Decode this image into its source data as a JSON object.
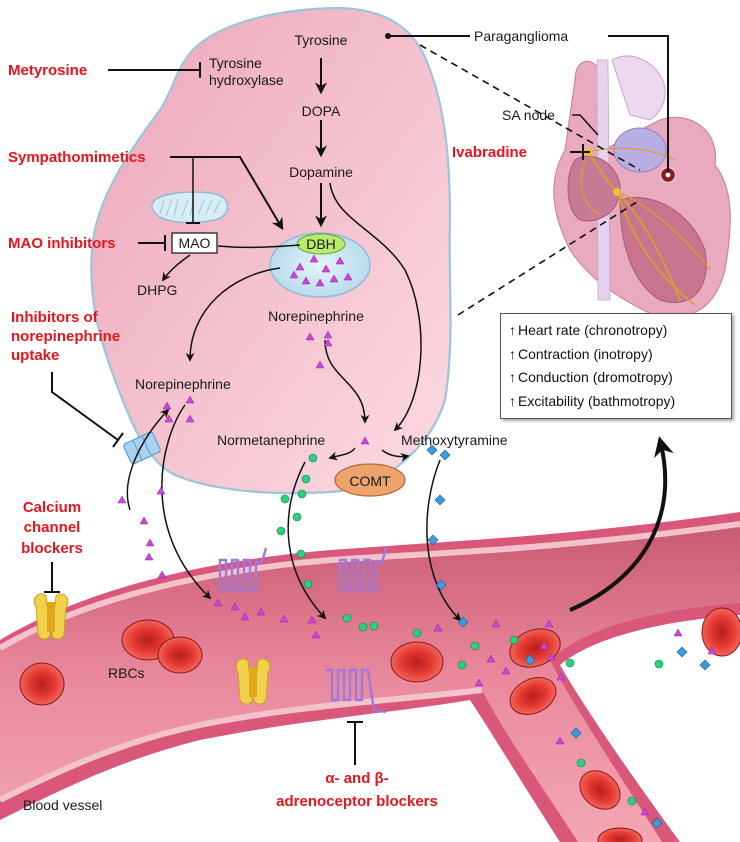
{
  "colors": {
    "cell_fill": "#f4bcc9",
    "cell_border": "#9cc5dc",
    "drug_red": "#e8141c",
    "norepinephrine_marker": "#cc44dd",
    "normetanephrine_marker": "#2ecf7e",
    "methoxytyramine_marker": "#3a9be0",
    "vesicle_fill": "#cfe6f2",
    "dbh_fill": "#b8ec6c",
    "comt_fill": "#eca46c",
    "vessel_wall": "#d85a7e",
    "vessel_lumen": "#e8849a",
    "rbc": "#e2342e",
    "receptor": "#9a7ae0",
    "calcium_channel": "#f2d24c"
  },
  "pathway": {
    "tyrosine": "Tyrosine",
    "tyrosine_hydroxylase": [
      "Tyrosine",
      "hydroxylase"
    ],
    "dopa": "DOPA",
    "dopamine": "Dopamine",
    "dbh": "DBH",
    "mao": "MAO",
    "dhpg": "DHPG",
    "norepinephrine_vesicle": "Norepinephrine",
    "norepinephrine_cytosol": "Norepinephrine",
    "normetanephrine": "Normetanephrine",
    "methoxytyramine": "Methoxytyramine",
    "comt": "COMT"
  },
  "drugs": {
    "metyrosine": "Metyrosine",
    "sympathomimetics": "Sympathomimetics",
    "mao_inhibitors": "MAO inhibitors",
    "uptake_inhibitors": [
      "Inhibitors of",
      "norepinephrine",
      "uptake"
    ],
    "calcium_channel_blockers": [
      "Calcium",
      "channel",
      "blockers"
    ],
    "ivabradine": "Ivabradine",
    "adrenoceptor_blockers": [
      "α- and β-",
      "adrenoceptor blockers"
    ]
  },
  "anatomy": {
    "paraganglioma": "Paraganglioma",
    "sa_node": "SA node",
    "rbcs": "RBCs",
    "blood_vessel": "Blood vessel"
  },
  "cardiac_effects": [
    {
      "arrow": "↑",
      "text": "Heart rate (chronotropy)"
    },
    {
      "arrow": "↑",
      "text": "Contraction (inotropy)"
    },
    {
      "arrow": "↑",
      "text": "Conduction (dromotropy)"
    },
    {
      "arrow": "↑",
      "text": "Excitability (bathmotropy)"
    }
  ]
}
